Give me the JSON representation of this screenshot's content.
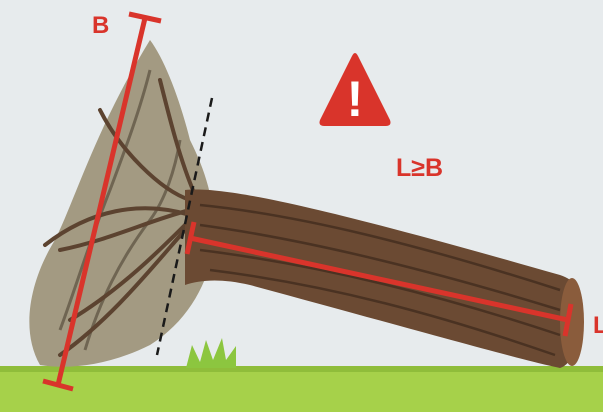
{
  "labels": {
    "b": "B",
    "l": "L",
    "formula": "L≥B"
  },
  "icons": {
    "warning": "warning-triangle-icon",
    "warning_glyph": "!"
  },
  "colors": {
    "measure": "#d9342b",
    "warning": "#d9342b",
    "ground": "#a6d14a",
    "background": "#e7ebed",
    "cut_line": "#1a1a1a"
  }
}
